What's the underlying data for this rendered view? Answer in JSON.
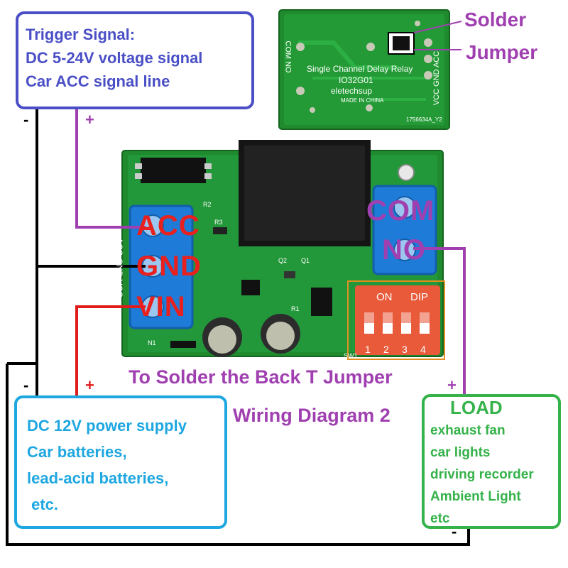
{
  "trigger": {
    "lines": [
      "Trigger Signal:",
      "DC 5-24V voltage signal",
      "Car ACC signal line"
    ],
    "color": "#4a4fc6"
  },
  "power": {
    "lines": [
      "DC 12V power supply",
      "Car batteries,",
      "lead-acid batteries,",
      " etc."
    ],
    "color": "#1ea7e0"
  },
  "load": {
    "title": "LOAD",
    "lines": [
      "exhaust fan",
      "car lights",
      "driving recorder",
      "Ambient Light",
      "etc"
    ],
    "color": "#35b24a"
  },
  "labels": {
    "solder_jumper": [
      "Solder",
      "Jumper"
    ],
    "instruction": "To Solder the Back T Jumper",
    "diagram_title": "Wiring Diagram 2"
  },
  "terminals": {
    "acc": "ACC",
    "gnd": "GND",
    "vin": "VIN",
    "com": "COM",
    "no": "NO"
  },
  "polarity": {
    "plus": "+",
    "minus": "-"
  },
  "back_pcb": {
    "title": "Single Channel Delay Relay",
    "model": "IO32G01",
    "brand": "eletechsup",
    "origin": "MADE IN CHINA",
    "serial": "1756634A_Y2",
    "left_pins": "COM NO",
    "right_pins": "VCC GND ACC"
  },
  "front_pcb": {
    "silk_left": "ACC GND VCC",
    "dip_on": "ON",
    "dip_label": "DIP",
    "dip_numbers": [
      "1",
      "2",
      "3",
      "4"
    ],
    "refs": [
      "R2",
      "R3",
      "Q2",
      "Q1",
      "R1",
      "N1",
      "SW1"
    ]
  },
  "colors": {
    "wire_black": "#000000",
    "wire_red": "#e01b1b",
    "wire_purple": "#a040b0",
    "terminal_red": "#e8201e",
    "terminal_purple": "#a040b0",
    "pcb_green": "#1f8a2e",
    "terminal_block_blue": "#1e7bd8",
    "dip_red": "#e85a3a"
  }
}
